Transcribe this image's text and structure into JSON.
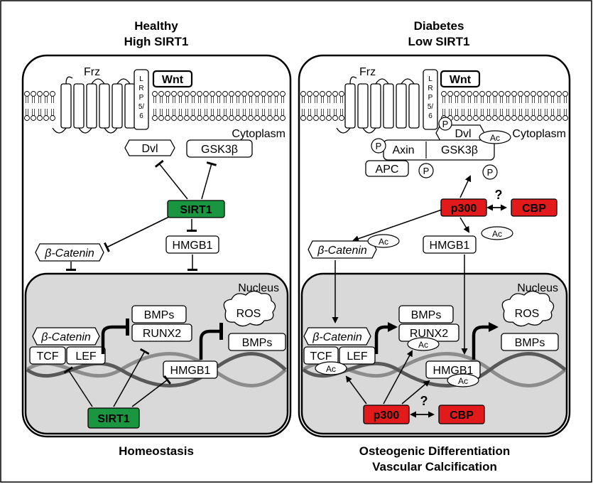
{
  "left": {
    "title_line1": "Healthy",
    "title_line2": "High SIRT1",
    "frz": "Frz",
    "lrp": [
      "L",
      "R",
      "P",
      "5/",
      "6"
    ],
    "wnt": "Wnt",
    "cytoplasm": "Cytoplasm",
    "dvl": "Dvl",
    "gsk3b": "GSK3β",
    "sirt1_top": "SIRT1",
    "hmgb1_top": "HMGB1",
    "b_catenin_top": "β-Catenin",
    "nucleus": "Nucleus",
    "bmps_1": "BMPs",
    "runx2": "RUNX2",
    "ros": "ROS",
    "bmps_2": "BMPs",
    "b_catenin_nuc": "β-Catenin",
    "tcf": "TCF",
    "lef": "LEF",
    "hmgb1_nuc": "HMGB1",
    "sirt1_bottom": "SIRT1",
    "outcome": "Homeostasis"
  },
  "right": {
    "title_line1": "Diabetes",
    "title_line2": "Low SIRT1",
    "frz": "Frz",
    "lrp": [
      "L",
      "R",
      "P",
      "5/",
      "6"
    ],
    "wnt": "Wnt",
    "cytoplasm": "Cytoplasm",
    "dvl": "Dvl",
    "axin": "Axin",
    "gsk3b": "GSK3β",
    "apc": "APC",
    "p": "P",
    "ac": "Ac",
    "question": "?",
    "p300_top": "p300",
    "cbp_top": "CBP",
    "b_catenin_top": "β-Catenin",
    "hmgb1_top": "HMGB1",
    "nucleus": "Nucleus",
    "bmps_1": "BMPs",
    "runx2": "RUNX2",
    "ros": "ROS",
    "bmps_2": "BMPs",
    "b_catenin_nuc": "β-Catenin",
    "tcf": "TCF",
    "lef": "LEF",
    "hmgb1_nuc": "HMGB1",
    "p300_bottom": "p300",
    "cbp_bottom": "CBP",
    "outcome_line1": "Osteogenic Differentiation",
    "outcome_line2": "Vascular Calcification"
  },
  "colors": {
    "sirt1": "#1a9641",
    "p300": "#e31a1c",
    "cbp": "#e31a1c",
    "nucleus_fill": "#d9d9d9"
  }
}
